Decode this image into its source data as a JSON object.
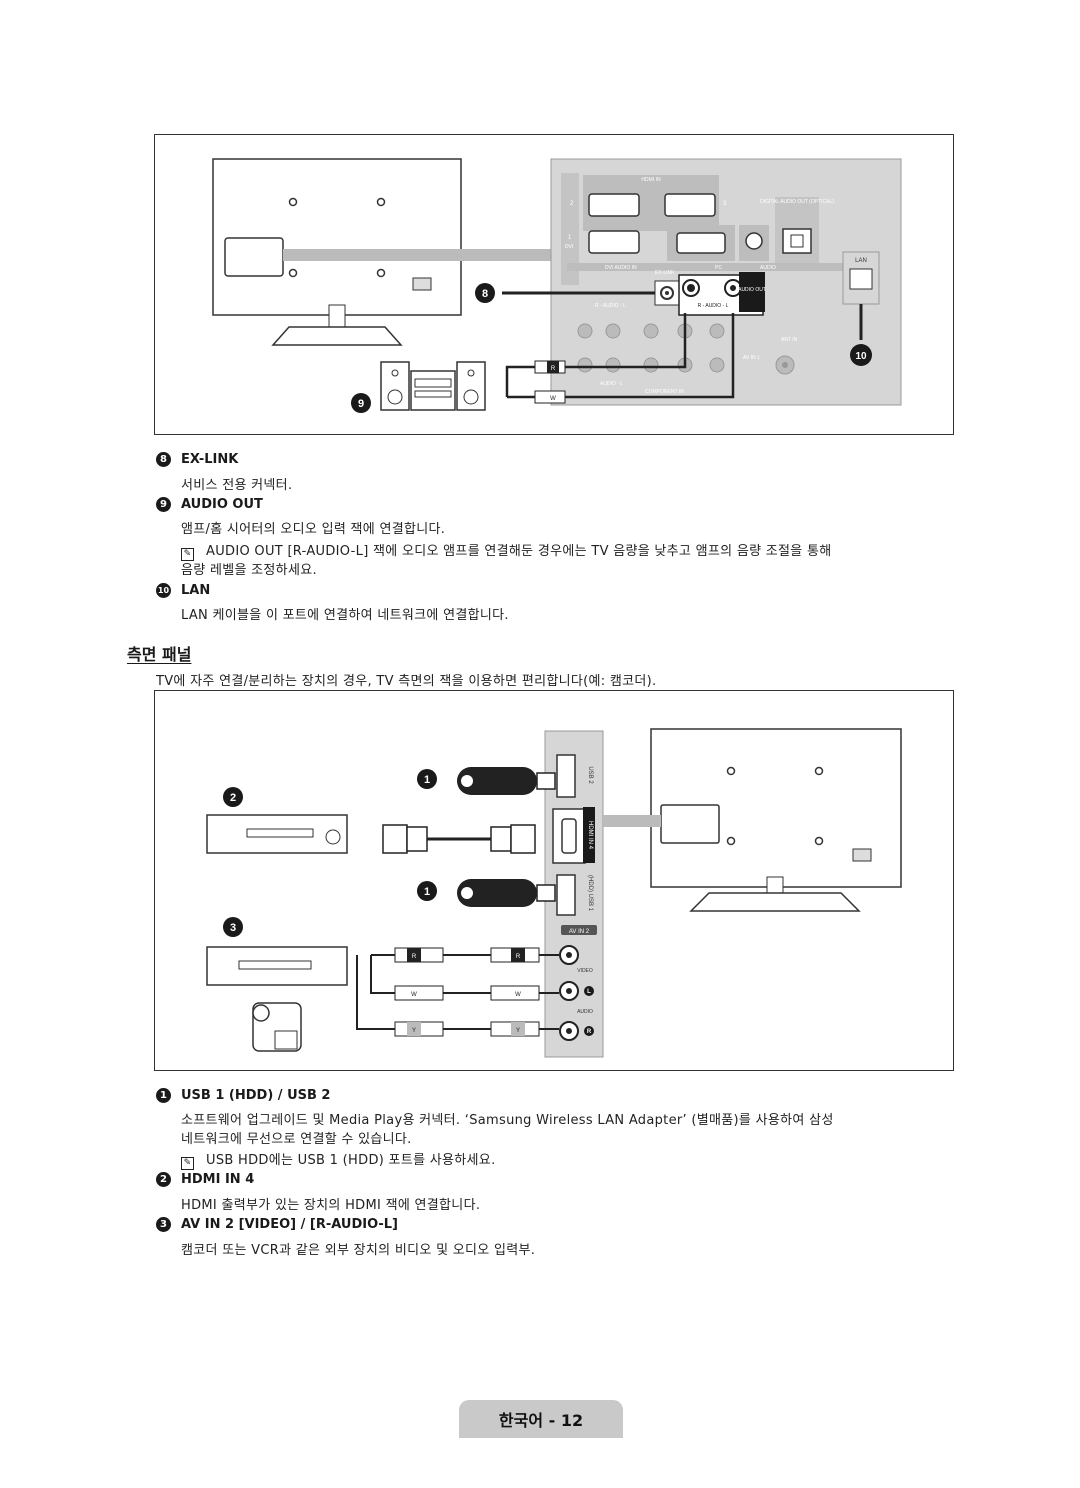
{
  "figure_top": {
    "callouts": {
      "c8": "8",
      "c9": "9",
      "c10": "10"
    },
    "panel_labels": {
      "hdmi_in": "HDMI IN",
      "digital_audio_out": "DIGITAL AUDIO OUT (OPTICAL)",
      "lan": "LAN",
      "dvi": "DVI",
      "dvi_audio_in": "DVI AUDIO IN",
      "ex_link": "EX-LINK",
      "pc": "PC",
      "audio": "AUDIO",
      "audio_out": "AUDIO OUT",
      "r_audio_l": "R - AUDIO - L",
      "ant_in": "ANT IN",
      "component_in": "COMPONENT IN",
      "av_in_1": "AV IN 1",
      "audio_l": "AUDIO - L",
      "port_2": "2",
      "port_3": "3",
      "port_1": "1",
      "cable_r": "R",
      "cable_w": "W"
    }
  },
  "items_top": [
    {
      "num": "8",
      "title": "EX-LINK",
      "desc": "서비스 전용 커넥터."
    },
    {
      "num": "9",
      "title": "AUDIO OUT",
      "desc": "앰프/홈 시어터의 오디오 입력 잭에 연결합니다.",
      "note_line1": "AUDIO OUT [R-AUDIO-L] 잭에 오디오 앰프를 연결해둔 경우에는 TV 음량을 낮추고 앰프의 음량 조절을 통해",
      "note_line2": "음량 레벨을 조정하세요."
    },
    {
      "num": "10",
      "title": "LAN",
      "desc": "LAN 케이블을 이 포트에 연결하여 네트워크에 연결합니다."
    }
  ],
  "section": {
    "heading": "측면 패널",
    "intro": "TV에 자주 연결/분리하는 장치의 경우, TV 측면의 잭을 이용하면 편리합니다(예: 캠코더)."
  },
  "figure_side": {
    "callouts": {
      "c1a": "1",
      "c1b": "1",
      "c2": "2",
      "c3": "3"
    },
    "panel_labels": {
      "usb2": "USB 2",
      "hdmi_in_4": "HDMI IN 4",
      "usb1_hdd": "(HDD) USB 1",
      "av_in_2": "AV IN 2",
      "video": "VIDEO",
      "audio": "AUDIO",
      "l": "L",
      "r": "R",
      "cable_r": "R",
      "cable_w": "W",
      "cable_y": "Y"
    }
  },
  "items_side": [
    {
      "num": "1",
      "title": "USB 1 (HDD) / USB 2",
      "desc_line1": "소프트웨어 업그레이드 및 Media Play용 커넥터. ‘Samsung Wireless LAN Adapter’ (별매품)를 사용하여 삼성",
      "desc_line2": "네트워크에 무선으로 연결할 수 있습니다.",
      "note": "USB HDD에는 USB 1 (HDD) 포트를 사용하세요."
    },
    {
      "num": "2",
      "title": "HDMI IN 4",
      "desc": "HDMI 출력부가 있는 장치의 HDMI 잭에 연결합니다."
    },
    {
      "num": "3",
      "title": "AV IN 2 [VIDEO] / [R-AUDIO-L]",
      "desc": "캠코더 또는 VCR과 같은 외부 장치의 비디오 및 오디오 입력부."
    }
  ],
  "footer": {
    "page_label": "한국어 - 12"
  },
  "colors": {
    "panel_gray": "#cfcfcf",
    "dark": "#1a1a1a",
    "footer_tab": "#c9c9c9"
  }
}
